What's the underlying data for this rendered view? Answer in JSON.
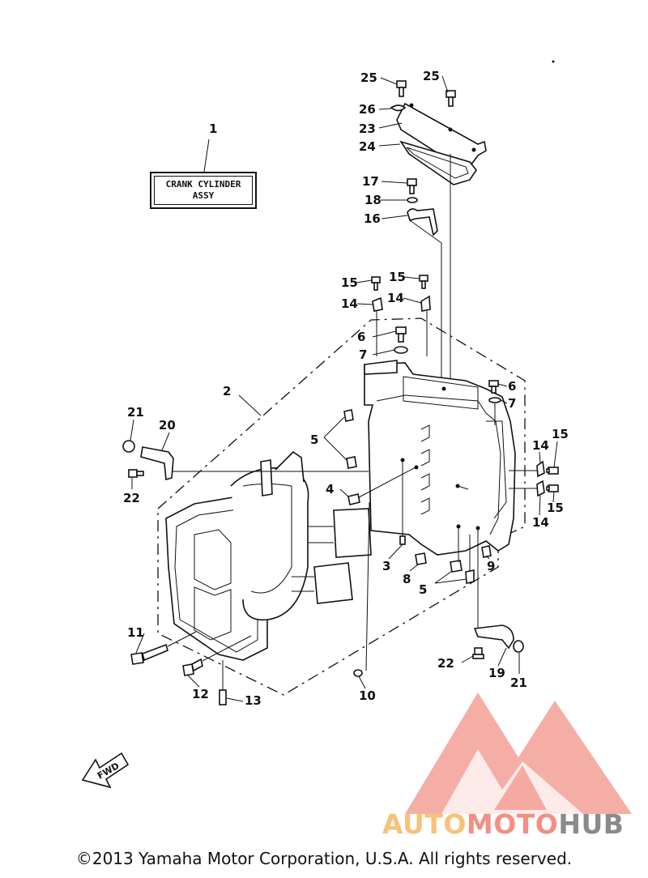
{
  "diagram": {
    "assembly_label_line1": "CRANK CYLINDER",
    "assembly_label_line2": "ASSY",
    "fwd_label": "FWD",
    "callouts": [
      "1",
      "2",
      "3",
      "4",
      "5",
      "5",
      "6",
      "6",
      "7",
      "7",
      "8",
      "9",
      "10",
      "11",
      "12",
      "13",
      "14",
      "14",
      "14",
      "14",
      "15",
      "15",
      "15",
      "15",
      "16",
      "17",
      "18",
      "19",
      "20",
      "21",
      "21",
      "22",
      "22",
      "23",
      "24",
      "25",
      "25",
      "26"
    ]
  },
  "watermark": {
    "part1": "AUTO",
    "part2": "MOTO",
    "part3": "HUB",
    "colors": {
      "auto": "#f7c27a",
      "moto": "#f38f84",
      "hub": "#8a8a8a",
      "logo": "#f4a39a"
    }
  },
  "footer": {
    "copyright": "©2013 Yamaha Motor Corporation, U.S.A. All rights reserved."
  }
}
